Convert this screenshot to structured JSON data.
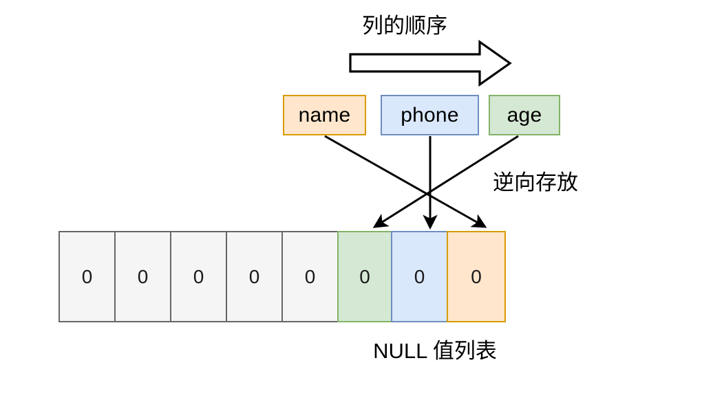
{
  "diagram": {
    "title_text": "列的顺序",
    "reverse_note": "逆向存放",
    "bottom_caption": "NULL 值列表",
    "big_arrow_icon": "thick-right-arrow-icon",
    "columns": [
      {
        "label": "name",
        "fill": "#ffe6cc",
        "stroke": "#d79b00"
      },
      {
        "label": "phone",
        "fill": "#dae8fc",
        "stroke": "#6c8ebf"
      },
      {
        "label": "age",
        "fill": "#d5e8d4",
        "stroke": "#82b366"
      }
    ],
    "null_list": {
      "cells": [
        {
          "value": "0",
          "kind": "gray",
          "fill": "#f5f5f5",
          "stroke": "#666666"
        },
        {
          "value": "0",
          "kind": "gray",
          "fill": "#f5f5f5",
          "stroke": "#666666"
        },
        {
          "value": "0",
          "kind": "gray",
          "fill": "#f5f5f5",
          "stroke": "#666666"
        },
        {
          "value": "0",
          "kind": "gray",
          "fill": "#f5f5f5",
          "stroke": "#666666"
        },
        {
          "value": "0",
          "kind": "gray",
          "fill": "#f5f5f5",
          "stroke": "#666666"
        },
        {
          "value": "0",
          "kind": "green",
          "fill": "#d5e8d4",
          "stroke": "#82b366",
          "maps_to": "age"
        },
        {
          "value": "0",
          "kind": "blue",
          "fill": "#dae8fc",
          "stroke": "#6c8ebf",
          "maps_to": "phone"
        },
        {
          "value": "0",
          "kind": "orange",
          "fill": "#ffe6cc",
          "stroke": "#d79b00",
          "maps_to": "name"
        }
      ]
    },
    "connectors": [
      {
        "from": "name",
        "to": "orange-cell",
        "icon": "arrow-down-right-icon"
      },
      {
        "from": "phone",
        "to": "blue-cell",
        "icon": "arrow-down-icon"
      },
      {
        "from": "age",
        "to": "green-cell",
        "icon": "arrow-down-left-icon"
      }
    ],
    "colors": {
      "line": "#000000",
      "background": "#ffffff",
      "text": "#000000"
    }
  }
}
